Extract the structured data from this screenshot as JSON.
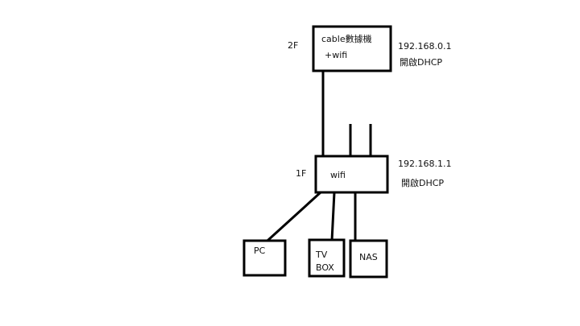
{
  "modem": {
    "floor": "2F",
    "line1": "cable數據機",
    "line2": "+wifi",
    "ip": "192.168.0.1",
    "dhcp": "開啟DHCP"
  },
  "router": {
    "floor": "1F",
    "label": "wifi",
    "ip": "192.168.1.1",
    "dhcp": "開啟DHCP"
  },
  "devices": {
    "pc": "PC",
    "tvbox_line1": "TV",
    "tvbox_line2": "BOX",
    "nas": "NAS"
  },
  "colors": {
    "stroke": "#000000",
    "text": "#111111",
    "background": "#ffffff"
  }
}
